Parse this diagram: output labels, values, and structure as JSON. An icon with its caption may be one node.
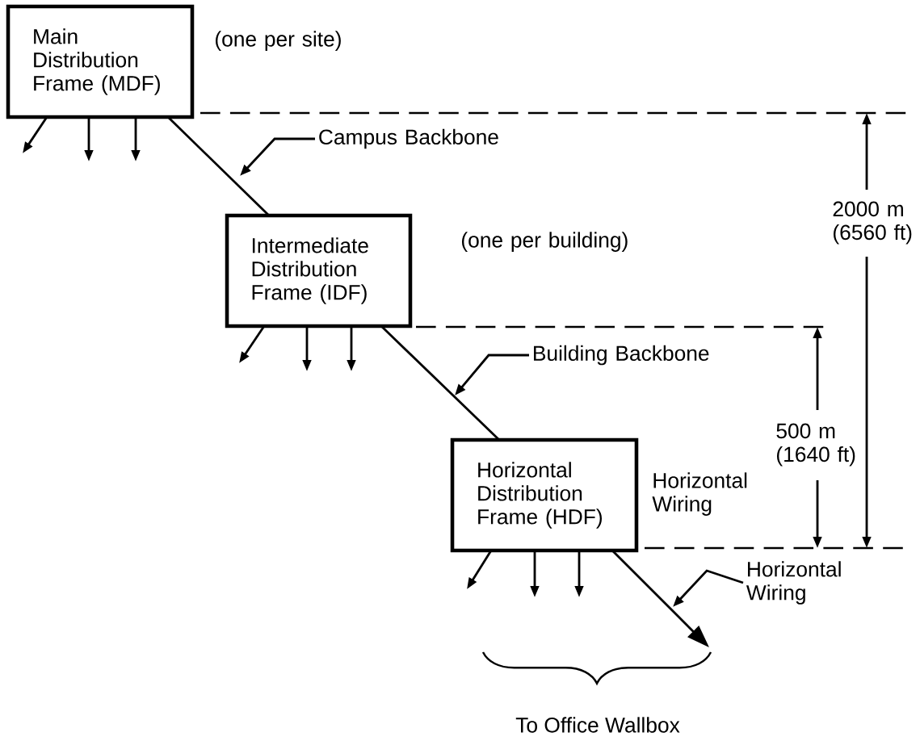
{
  "diagram": {
    "nodes": [
      {
        "text": [
          "Main Distribution Frame (MDF)"
        ],
        "beside": [
          "(one per site)"
        ]
      },
      {
        "text": [
          "Intermediate Distribution Frame (IDF)"
        ],
        "beside": [
          "(one per building)"
        ]
      },
      {
        "text": [
          "Horizontal Distribution Frame (HDF)"
        ],
        "beside": [
          "Horizontal Wiring"
        ]
      },
      {
        "text": [
          "Campus Backbone"
        ]
      },
      {
        "text": [
          "Building Backbone"
        ]
      },
      {
        "text": [
          "Horizontal Wiring"
        ]
      }
    ],
    "edges": [
      {
        "from": 0,
        "to": 1,
        "arrow": "none"
      },
      {
        "from": 1,
        "to": 2,
        "arrow": "none"
      },
      {
        "from": 2,
        "to": null,
        "arrow": "to"
      },
      {
        "from": 0,
        "to": null,
        "arrow": "to"
      },
      {
        "from": 0,
        "to": null,
        "arrow": "to"
      },
      {
        "from": 0,
        "to": null,
        "arrow": "to"
      },
      {
        "from": 1,
        "to": null,
        "arrow": "to"
      },
      {
        "from": 1,
        "to": null,
        "arrow": "to"
      },
      {
        "from": 1,
        "to": null,
        "arrow": "to"
      },
      {
        "from": 2,
        "to": null,
        "arrow": "to"
      },
      {
        "from": 2,
        "to": null,
        "arrow": "to"
      },
      {
        "from": 2,
        "to": null,
        "arrow": "to"
      },
      {
        "from": 3,
        "to": null,
        "arrow": "to"
      },
      {
        "from": 4,
        "to": null,
        "arrow": "to"
      },
      {
        "from": 5,
        "to": null,
        "arrow": "to"
      }
    ],
    "labels": [
      "2000 m (6560 ft)",
      "500 m (1640 ft)",
      "To Office Wallbox"
    ]
  }
}
